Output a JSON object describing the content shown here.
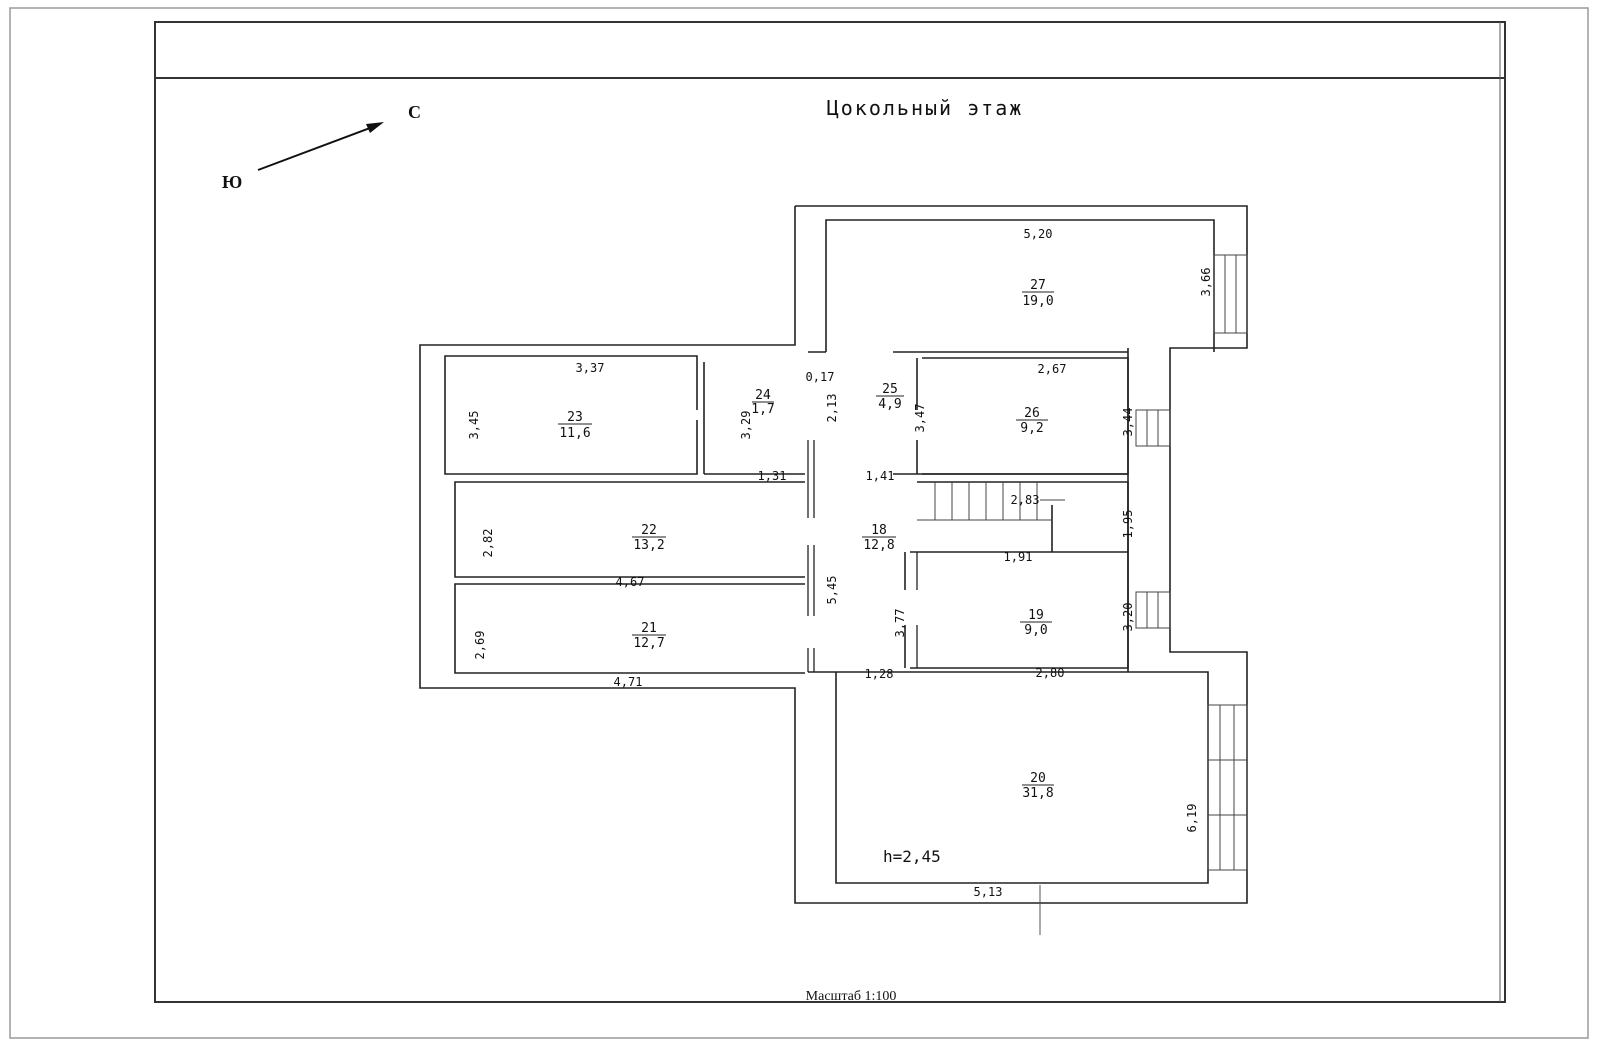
{
  "title": "Цокольный этаж",
  "compass": {
    "north_label": "С",
    "south_label": "Ю"
  },
  "scale_label": "Масштаб 1:100",
  "height_label": "h=2,45",
  "rooms": {
    "r27": {
      "number": "27",
      "area": "19,0"
    },
    "r23": {
      "number": "23",
      "area": "11,6"
    },
    "r24": {
      "number": "24",
      "area": "1,7"
    },
    "r25": {
      "number": "25",
      "area": "4,9"
    },
    "r26": {
      "number": "26",
      "area": "9,2"
    },
    "r22": {
      "number": "22",
      "area": "13,2"
    },
    "r18": {
      "number": "18",
      "area": "12,8"
    },
    "r21": {
      "number": "21",
      "area": "12,7"
    },
    "r19": {
      "number": "19",
      "area": "9,0"
    },
    "r20": {
      "number": "20",
      "area": "31,8"
    }
  },
  "dimensions": {
    "d520": "5,20",
    "d366": "3,66",
    "d337": "3,37",
    "d017": "0,17",
    "d267": "2,67",
    "d345": "3,45",
    "d329": "3,29",
    "d213": "2,13",
    "d347": "3,47",
    "d344": "3,44",
    "d131": "1,31",
    "d141": "1,41",
    "d283": "2,83",
    "d282": "2,82",
    "d195": "1,95",
    "d191": "1,91",
    "d467": "4,67",
    "d545": "5,45",
    "d377": "3,77",
    "d320": "3,20",
    "d269": "2,69",
    "d471": "4,71",
    "d128": "1,28",
    "d280": "2,80",
    "d619": "6,19",
    "d513": "5,13"
  }
}
